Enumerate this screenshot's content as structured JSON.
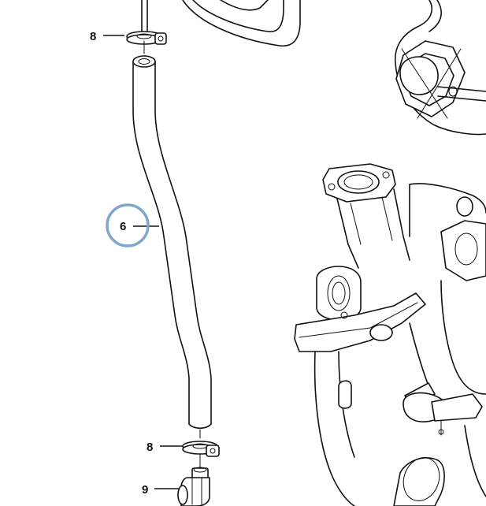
{
  "callouts": [
    {
      "id": "top-clamp",
      "label": "8"
    },
    {
      "id": "hose",
      "label": "6",
      "highlighted": true
    },
    {
      "id": "bottom-clamp",
      "label": "8"
    },
    {
      "id": "elbow-fitting",
      "label": "9"
    }
  ],
  "colors": {
    "line": "#111111",
    "highlight_ring": "#7fa6cc",
    "background": "#ffffff"
  }
}
